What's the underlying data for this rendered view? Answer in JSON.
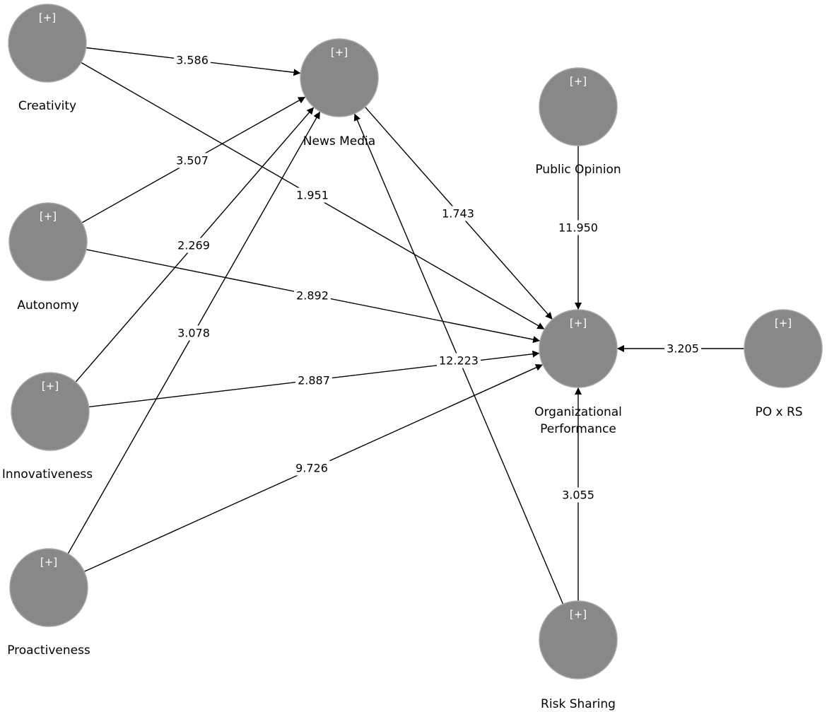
{
  "diagram": {
    "nodes": [
      {
        "id": "creativity",
        "label": [
          "Creativity"
        ],
        "expand": "[+]"
      },
      {
        "id": "autonomy",
        "label": [
          "Autonomy"
        ],
        "expand": "[+]"
      },
      {
        "id": "innovativeness",
        "label": [
          "Innovativeness"
        ],
        "expand": "[+]"
      },
      {
        "id": "proactiveness",
        "label": [
          "Proactiveness"
        ],
        "expand": "[+]"
      },
      {
        "id": "news-media",
        "label": [
          "News Media"
        ],
        "expand": "[+]"
      },
      {
        "id": "public-opinion",
        "label": [
          "Public Opinion"
        ],
        "expand": "[+]"
      },
      {
        "id": "organizational-performance",
        "label": [
          "Organizational",
          "Performance"
        ],
        "expand": "[+]"
      },
      {
        "id": "po-x-rs",
        "label": [
          "PO x RS"
        ],
        "expand": "[+]"
      },
      {
        "id": "risk-sharing",
        "label": [
          "Risk Sharing"
        ],
        "expand": "[+]"
      }
    ],
    "edges": [
      {
        "from": "creativity",
        "to": "news-media",
        "value": "3.586"
      },
      {
        "from": "autonomy",
        "to": "news-media",
        "value": "3.507"
      },
      {
        "from": "innovativeness",
        "to": "news-media",
        "value": "2.269"
      },
      {
        "from": "proactiveness",
        "to": "news-media",
        "value": "3.078"
      },
      {
        "from": "creativity",
        "to": "organizational-performance",
        "value": "1.951"
      },
      {
        "from": "autonomy",
        "to": "organizational-performance",
        "value": "2.892"
      },
      {
        "from": "innovativeness",
        "to": "organizational-performance",
        "value": "2.887"
      },
      {
        "from": "proactiveness",
        "to": "organizational-performance",
        "value": "9.726"
      },
      {
        "from": "news-media",
        "to": "organizational-performance",
        "value": "1.743"
      },
      {
        "from": "public-opinion",
        "to": "organizational-performance",
        "value": "11.950"
      },
      {
        "from": "po-x-rs",
        "to": "organizational-performance",
        "value": "3.205"
      },
      {
        "from": "risk-sharing",
        "to": "organizational-performance",
        "value": "3.055"
      },
      {
        "from": "risk-sharing",
        "to": "news-media",
        "value": "12.223"
      }
    ],
    "colors": {
      "node_fill": "#888888",
      "node_stroke": "#a8a8a8",
      "edge": "#000000",
      "expand_text": "#ffffff"
    }
  }
}
